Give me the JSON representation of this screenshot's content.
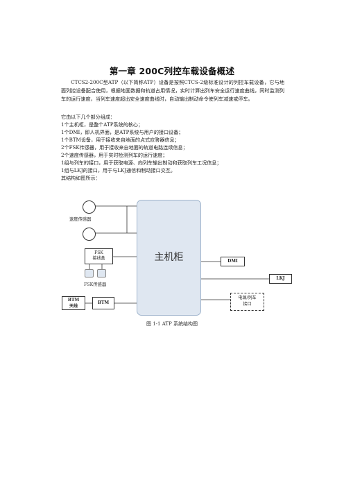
{
  "title": "第一章   200C列控车载设备概述",
  "intro": "CTCS2-200C型ATP（以下简称ATP）设备是按照CTCS-2级标准设计的列控车载设备，它与地面列控设备配合使用，根据地面数据和轨道占用情况，实时计算出列车安全运行速度曲线，同时监测列车的运行速度，当列车速度超出安全速度曲线时，自动输出制动命令使列车减速或停车。",
  "lines": [
    "它由以下几个部分组成：",
    "1个主机柜，是整个ATP系统的核心；",
    "1个DMI，即人机界面，是ATP系统与用户的接口设备；",
    "1个BTM设备，用于接收来自地面的点式应答器信息；",
    "2个FSK传感器，用于接收来自地面的轨道电路连续信息；",
    "2个速度传感器，用于实时检测列车的运行速度；",
    "1组与列车的接口，用于获取电源、向列车输出制动和获取列车工况信息；",
    "1组与LKJ的接口，用于与LKJ通信和制动接口交互。",
    "其结构如图所示："
  ],
  "diagram": {
    "speed_sensor_label": "速度传感器",
    "fsk_box_label": "FSK\n接线盒",
    "fsk_sensor_label": "FSK传感器",
    "main_cabinet_label": "主机柜",
    "dmi_label": "DMI",
    "lkj_label": "LKJ",
    "btm_antenna_label": "BTM\n天线",
    "btm_label": "BTM",
    "power_interface_label": "电源/列车\n接口",
    "colors": {
      "cabinet_fill": "#dfe7f1",
      "cabinet_border": "#9fb4cc",
      "line": "#333333"
    }
  },
  "caption": "图 1-1    ATP 系统结构图"
}
